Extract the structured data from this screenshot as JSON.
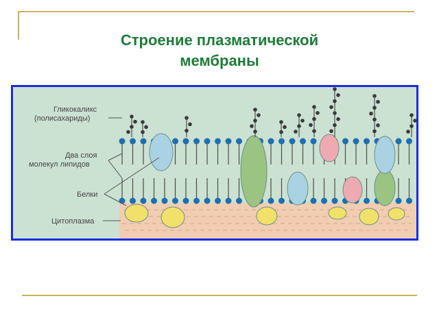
{
  "title": {
    "line1": "Строение плазматической",
    "line2": "мембраны"
  },
  "diagram": {
    "labels": {
      "glycocalyx_1": "Гликокаликс",
      "glycocalyx_2": "(полисахариды)",
      "lipids_1": "Два слоя",
      "lipids_2": "молекул липидов",
      "proteins": "Белки",
      "cytoplasm": "Цитоплазма"
    },
    "colors": {
      "frame_border": "#1a2ae0",
      "background": "#cbe1d2",
      "cytoplasm": "#f1cdb2",
      "lipid_head": "#1f6fb0",
      "protein_blue": "#a9d3e3",
      "protein_green": "#9bc483",
      "protein_pink": "#eeaab2",
      "protein_yellow": "#f1e06a",
      "title_green": "#1f7a3a",
      "rule": "#c9b15a"
    }
  }
}
